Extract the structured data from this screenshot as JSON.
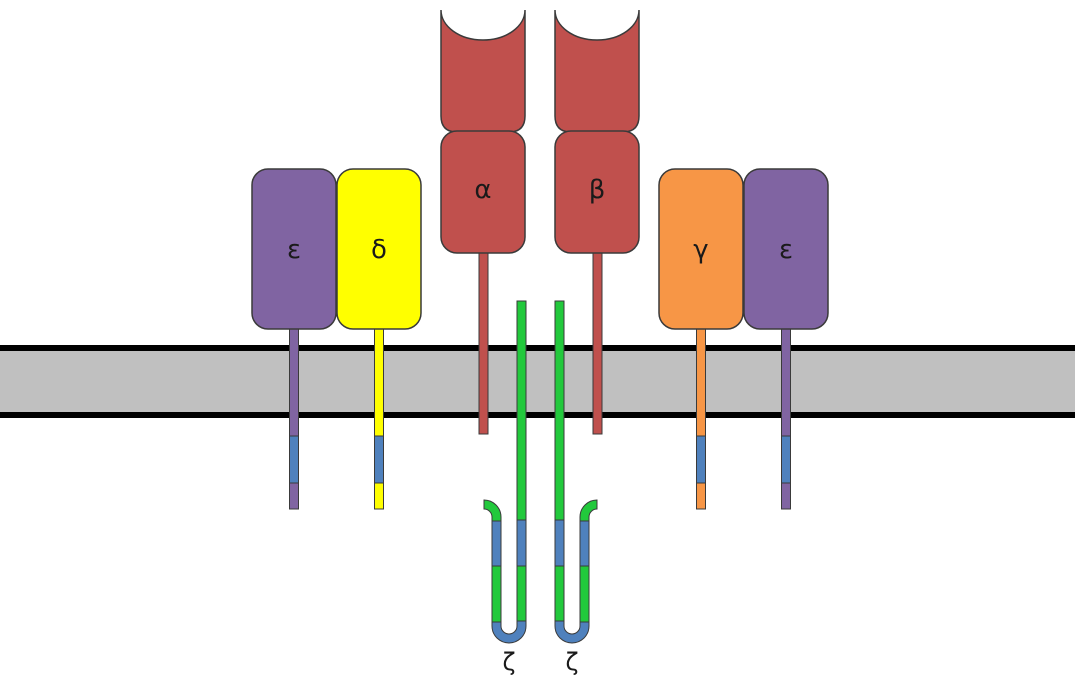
{
  "colors": {
    "alpha_beta": "#c0504d",
    "epsilon": "#8064a2",
    "delta": "#ffff00",
    "gamma": "#f79646",
    "zeta": "#22c93c",
    "itam": "#4f81bd",
    "membrane": "#c0c0c0",
    "membrane_border": "#000000",
    "outline": "#3a3a3a"
  },
  "labels": {
    "epsilon_left": "ε",
    "delta": "δ",
    "alpha": "α",
    "beta": "β",
    "gamma": "γ",
    "epsilon_right": "ε",
    "zeta_left": "ζ",
    "zeta_right": "ζ"
  }
}
